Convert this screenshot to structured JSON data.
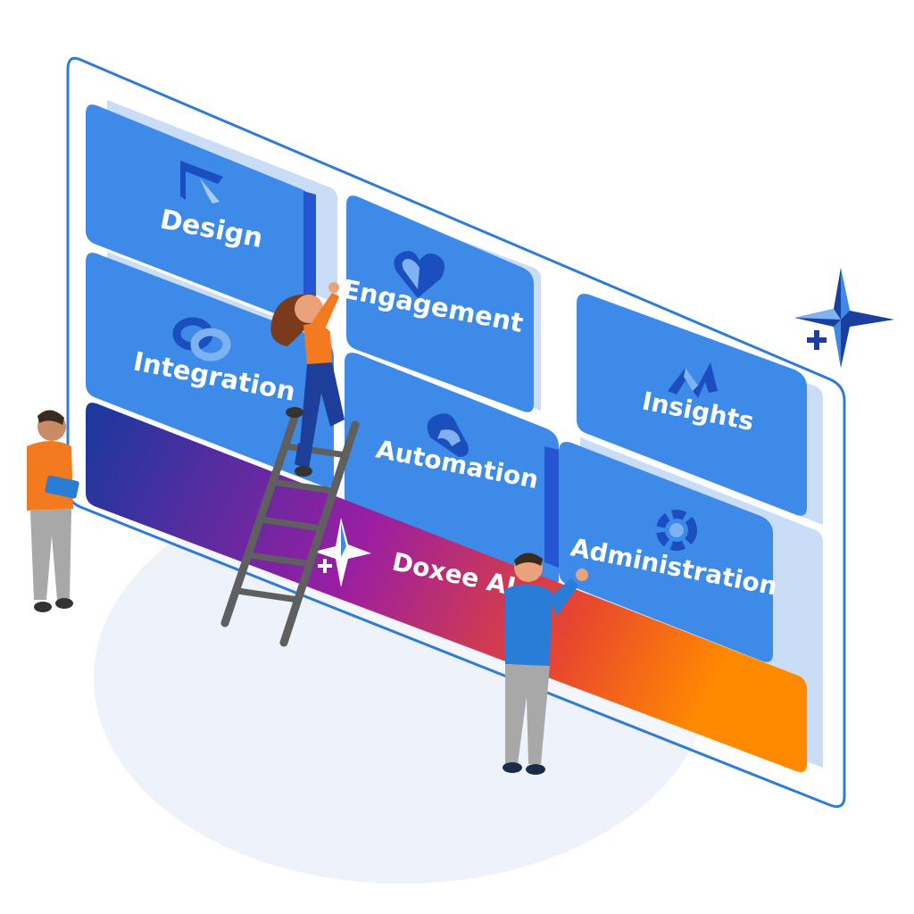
{
  "modules": [
    {
      "label": "Design",
      "icon": "cursor-icon"
    },
    {
      "label": "Engagement",
      "icon": "heart-icon"
    },
    {
      "label": "Insights",
      "icon": "chart-icon"
    },
    {
      "label": "Integration",
      "icon": "link-icon"
    },
    {
      "label": "Automation",
      "icon": "loop-icon"
    },
    {
      "label": "Administration",
      "icon": "gear-icon"
    }
  ],
  "platform_bar": {
    "label": "Doxee AI",
    "icon": "sparkle-icon"
  },
  "colors": {
    "tile": "#3d8ae8",
    "tile_border": "#2f78d8",
    "frame": "#2f7bd6",
    "gradient_start": "#18399e",
    "gradient_mid": "#9a1ea2",
    "gradient_end": "#ff8a00",
    "sparkle_light": "#3f8ae6",
    "sparkle_dark": "#1b3f9f",
    "shirt_orange": "#f47a20",
    "shirt_blue": "#2a7dd6",
    "pants_gray": "#a8a8a8",
    "ground": "#edf2fb"
  }
}
